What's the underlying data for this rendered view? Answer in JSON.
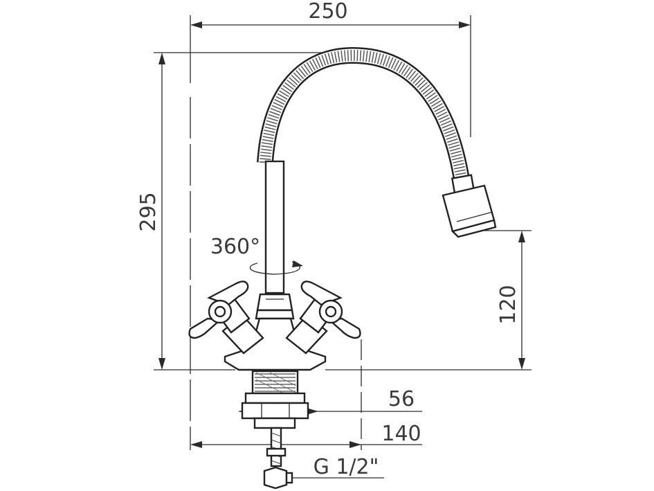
{
  "dimensions": {
    "width_overall": "250",
    "height_overall": "295",
    "spout_height": "120",
    "rotation": "360°",
    "base_diameter": "56",
    "handle_span": "140",
    "thread": "G 1/2\""
  },
  "colors": {
    "line": "#2a2a2a",
    "background": "#ffffff"
  }
}
